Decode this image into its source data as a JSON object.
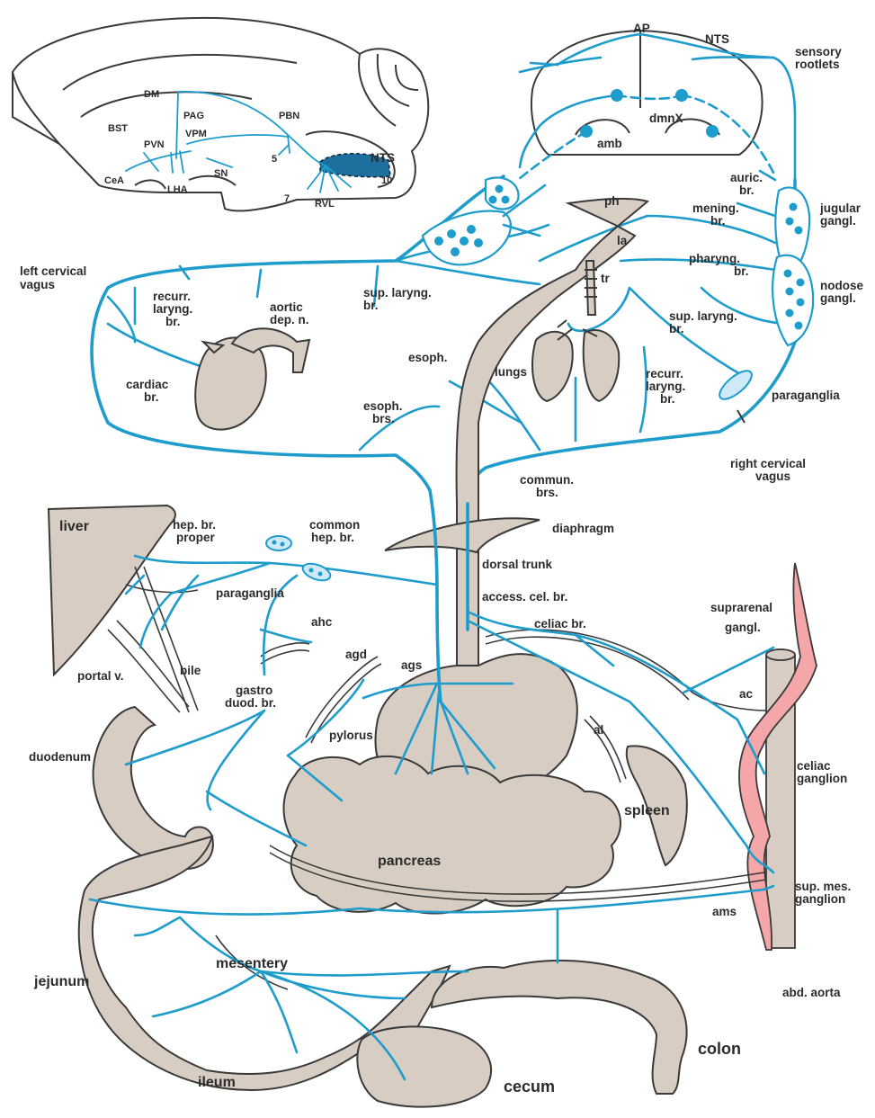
{
  "labels": {
    "brain": {
      "dm": "DM",
      "pag": "PAG",
      "bst": "BST",
      "pvn": "PVN",
      "vpm": "VPM",
      "pbn": "PBN",
      "cea": "CeA",
      "lha": "LHA",
      "sn": "SN",
      "five": "5",
      "seven": "7",
      "rvl": "RVL",
      "nts": "NTS",
      "ten": "10"
    },
    "brainstem": {
      "ap": "AP",
      "nts": "NTS",
      "sensory_1": "sensory",
      "sensory_2": "rootlets",
      "dmnx": "dmnX",
      "amb": "amb"
    },
    "thorax": {
      "left_vagus_1": "left cervical",
      "left_vagus_2": "vagus",
      "recurr_1": "recurr.",
      "recurr_2": "laryng.",
      "recurr_3": "br.",
      "aortic_1": "aortic",
      "aortic_2": "dep. n.",
      "cardiac_1": "cardiac",
      "cardiac_2": "br.",
      "sup_lar_l_1": "sup. laryng.",
      "sup_lar_l_2": "br.",
      "esoph": "esoph.",
      "lungs": "lungs",
      "esoph_brs_1": "esoph.",
      "esoph_brs_2": "brs.",
      "ph": "ph",
      "la": "la",
      "tr": "tr",
      "auric_1": "auric.",
      "auric_2": "br.",
      "mening_1": "mening.",
      "mening_2": "br.",
      "pharyng_1": "pharyng.",
      "pharyng_2": "br.",
      "sup_lar_r_1": "sup. laryng.",
      "sup_lar_r_2": "br.",
      "recurr_r_1": "recurr.",
      "recurr_r_2": "laryng.",
      "recurr_r_3": "br.",
      "jugular_1": "jugular",
      "jugular_2": "gangl.",
      "nodose_1": "nodose",
      "nodose_2": "gangl.",
      "paraganglia": "paraganglia",
      "right_vagus_1": "right cervical",
      "right_vagus_2": "vagus",
      "commun_1": "commun.",
      "commun_2": "brs."
    },
    "abdomen": {
      "liver": "liver",
      "hep_proper_1": "hep. br.",
      "hep_proper_2": "proper",
      "common_hep_1": "common",
      "common_hep_2": "hep. br.",
      "diaphragm": "diaphragm",
      "dorsal_trunk": "dorsal trunk",
      "paraganglia": "paraganglia",
      "access_cel": "access. cel. br.",
      "celiac_br": "celiac br.",
      "suprarenal_1": "suprarenal",
      "suprarenal_2": "gangl.",
      "ahc": "ahc",
      "agd": "agd",
      "ags": "ags",
      "gastro_1": "gastro",
      "gastro_2": "duod. br.",
      "portal": "portal v.",
      "bile": "bile",
      "ac": "ac",
      "pylorus": "pylorus",
      "duodenum": "duodenum",
      "al": "al",
      "celiac_gang_1": "celiac",
      "celiac_gang_2": "ganglion",
      "spleen": "spleen",
      "pancreas": "pancreas",
      "sup_mes_1": "sup. mes.",
      "sup_mes_2": "ganglion",
      "ams": "ams",
      "jejunum": "jejunum",
      "mesentery": "mesentery",
      "abd_aorta": "abd. aorta",
      "colon": "colon",
      "ileum": "ileum",
      "cecum": "cecum"
    }
  },
  "colors": {
    "nerve": "#1e9ccc",
    "organ_fill": "#d8cdc3",
    "ganglion_fill": "#f4a6a9",
    "outline": "#3a3a3a"
  }
}
